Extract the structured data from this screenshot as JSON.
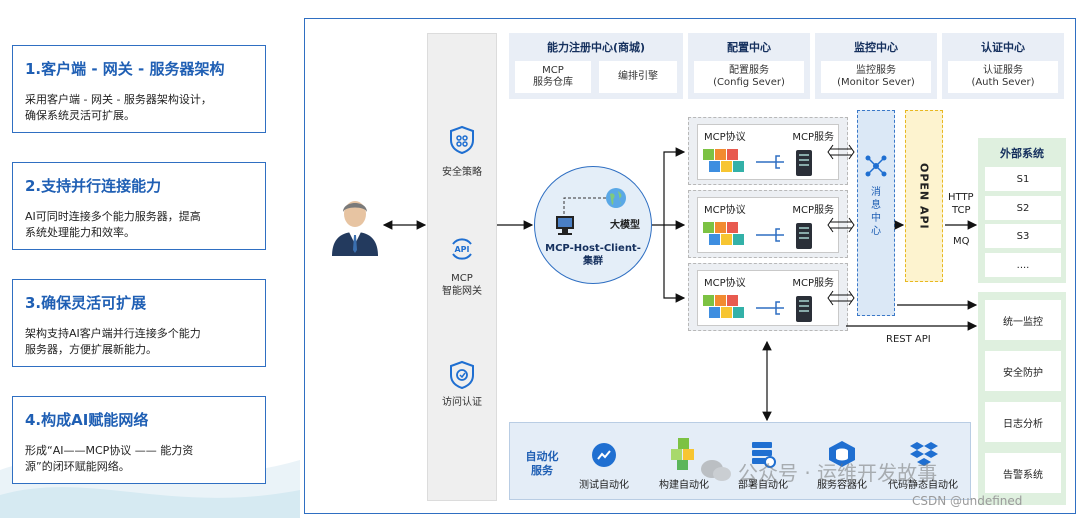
{
  "cards": [
    {
      "title": "1.客户端 - 网关 - 服务器架构",
      "desc": "采用客户端 - 网关 - 服务器架构设计，\n确保系统灵活可扩展。"
    },
    {
      "title": "2.支持并行连接能力",
      "desc": "AI可同时连接多个能力服务器，提高\n系统处理能力和效率。"
    },
    {
      "title": "3.确保灵活可扩展",
      "desc": "架构支持AI客户端并行连接多个能力\n服务器，方便扩展新能力。"
    },
    {
      "title": "4.构成AI赋能网络",
      "desc": "形成“AI——MCP协议 —— 能力资\n源”的闭环赋能网络。"
    }
  ],
  "gateway": {
    "security": "安全策略",
    "api_icon_text": "API",
    "mcp_gateway": "MCP\n智能网关",
    "access_auth": "访问认证"
  },
  "top_boxes": {
    "registry": {
      "title": "能力注册中心(商城)",
      "items": [
        "MCP\n服务仓库",
        "编排引擎"
      ]
    },
    "config": {
      "title": "配置中心",
      "item": "配置服务\n(Config Sever)"
    },
    "monitor": {
      "title": "监控中心",
      "item": "监控服务\n(Monitor Sever)"
    },
    "auth": {
      "title": "认证中心",
      "item": "认证服务\n(Auth Sever)"
    }
  },
  "host": {
    "model": "大模型",
    "label": "MCP-Host-Client-\n集群"
  },
  "mcp_rows": [
    {
      "proto": "MCP协议",
      "server": "MCP服务"
    },
    {
      "proto": "MCP协议",
      "server": "MCP服务"
    },
    {
      "proto": "MCP协议",
      "server": "MCP服务"
    }
  ],
  "msg_center": "消\n息\n中\n心",
  "open_api": "OPEN API",
  "protocols": {
    "http": "HTTP",
    "tcp": "TCP",
    "mq": "MQ",
    "rest": "REST API"
  },
  "external": {
    "title": "外部系统",
    "items": [
      "S1",
      "S2",
      "S3",
      "...."
    ]
  },
  "right_services": [
    "统一监控",
    "安全防护",
    "日志分析",
    "告警系统"
  ],
  "automation": {
    "title": "自动化\n服务",
    "items": [
      "测试自动化",
      "构建自动化",
      "部署自动化",
      "服务容器化",
      "代码静态自动化"
    ]
  },
  "watermark": {
    "wechat": "公众号 · 运维开发故事",
    "csdn": "CSDN @undefined"
  },
  "colors": {
    "accent": "#2f6fc2",
    "green_panel": "#dff0df",
    "msg_center": "#dbe8f6",
    "open_api": "#fdf3cf"
  }
}
